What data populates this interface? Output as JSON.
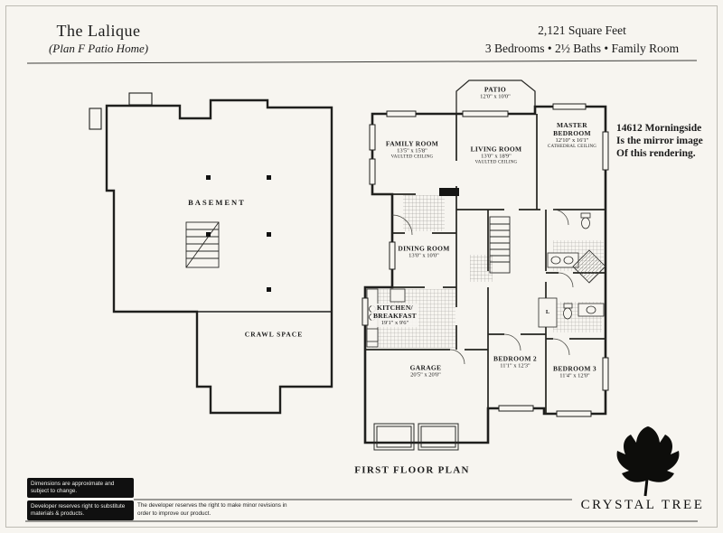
{
  "header": {
    "title": "The Lalique",
    "subtitle": "(Plan F Patio Home)",
    "sqft": "2,121 Square Feet",
    "features": "3 Bedrooms  •  2½ Baths  •  Family Room"
  },
  "basement_plan": {
    "basement": "BASEMENT",
    "crawl_space": "CRAWL SPACE"
  },
  "first_floor": {
    "caption": "FIRST FLOOR PLAN",
    "rooms": {
      "patio": {
        "name": "PATIO",
        "dims": "12'0\" x 10'0\""
      },
      "family_room": {
        "name": "FAMILY ROOM",
        "dims": "13'5\" x 15'8\"",
        "note": "VAULTED CEILING"
      },
      "living_room": {
        "name": "LIVING ROOM",
        "dims": "13'0\" x 18'9\"",
        "note": "VAULTED CEILING"
      },
      "master_bedroom": {
        "name": "MASTER",
        "name2": "BEDROOM",
        "dims": "12'10\" x 16'1\"",
        "note": "CATHEDRAL CEILING"
      },
      "dining_room": {
        "name": "DINING ROOM",
        "dims": "13'0\" x 10'0\""
      },
      "kitchen_breakfast": {
        "name": "KITCHEN/",
        "name2": "BREAKFAST",
        "dims": "19'1\" x 9'6\""
      },
      "garage": {
        "name": "GARAGE",
        "dims": "20'5\" x 20'0\""
      },
      "bedroom_2": {
        "name": "BEDROOM 2",
        "dims": "11'1\" x 12'3\""
      },
      "bedroom_3": {
        "name": "BEDROOM 3",
        "dims": "11'4\" x 12'0\""
      },
      "laundry": {
        "name": "L"
      }
    }
  },
  "mirror_note": {
    "line1": "14612 Morningside",
    "line2": "Is the mirror image",
    "line3": "Of this rendering."
  },
  "footer": {
    "note_box_1": "Dimensions are approximate and subject to change.",
    "note_box_2": "Developer reserves right to substitute materials & products.",
    "note_plain": "The developer reserves the right to make minor revisions in order to improve our product."
  },
  "logo": {
    "brand": "CRYSTAL TREE"
  }
}
